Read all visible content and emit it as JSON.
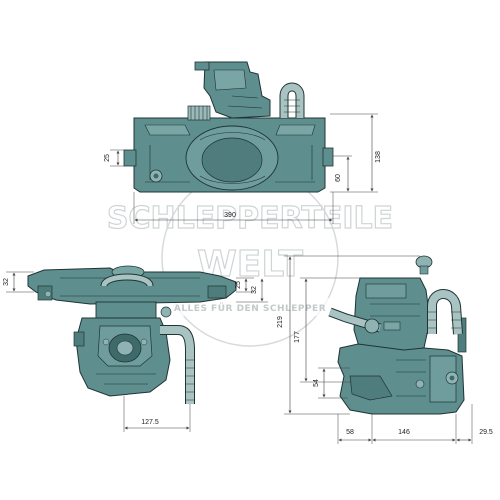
{
  "colors": {
    "body": "#5e8e8e",
    "body_dark": "#3f6a6a",
    "body_light": "#8fb3b3",
    "outline": "#1f3434",
    "dimension_line": "#444444",
    "watermark": "#cfd4d6",
    "background": "#ffffff"
  },
  "watermark": {
    "line1": "SCHLEPPERTEILE",
    "line2": "WELT",
    "tagline": "ALLES FÜR DEN SCHLEPPER"
  },
  "dimensions": {
    "top_view": {
      "width": "390",
      "height": "138",
      "left_offset": "25",
      "right_offset": "60"
    },
    "front_view": {
      "left_height": "32",
      "offset_a": "25",
      "offset_b": "32",
      "depth": "127.5"
    },
    "side_view": {
      "total_height": "219",
      "mid_height": "177",
      "low_height": "54",
      "left_width": "58",
      "mid_width": "146",
      "right_width": "29.5"
    }
  }
}
